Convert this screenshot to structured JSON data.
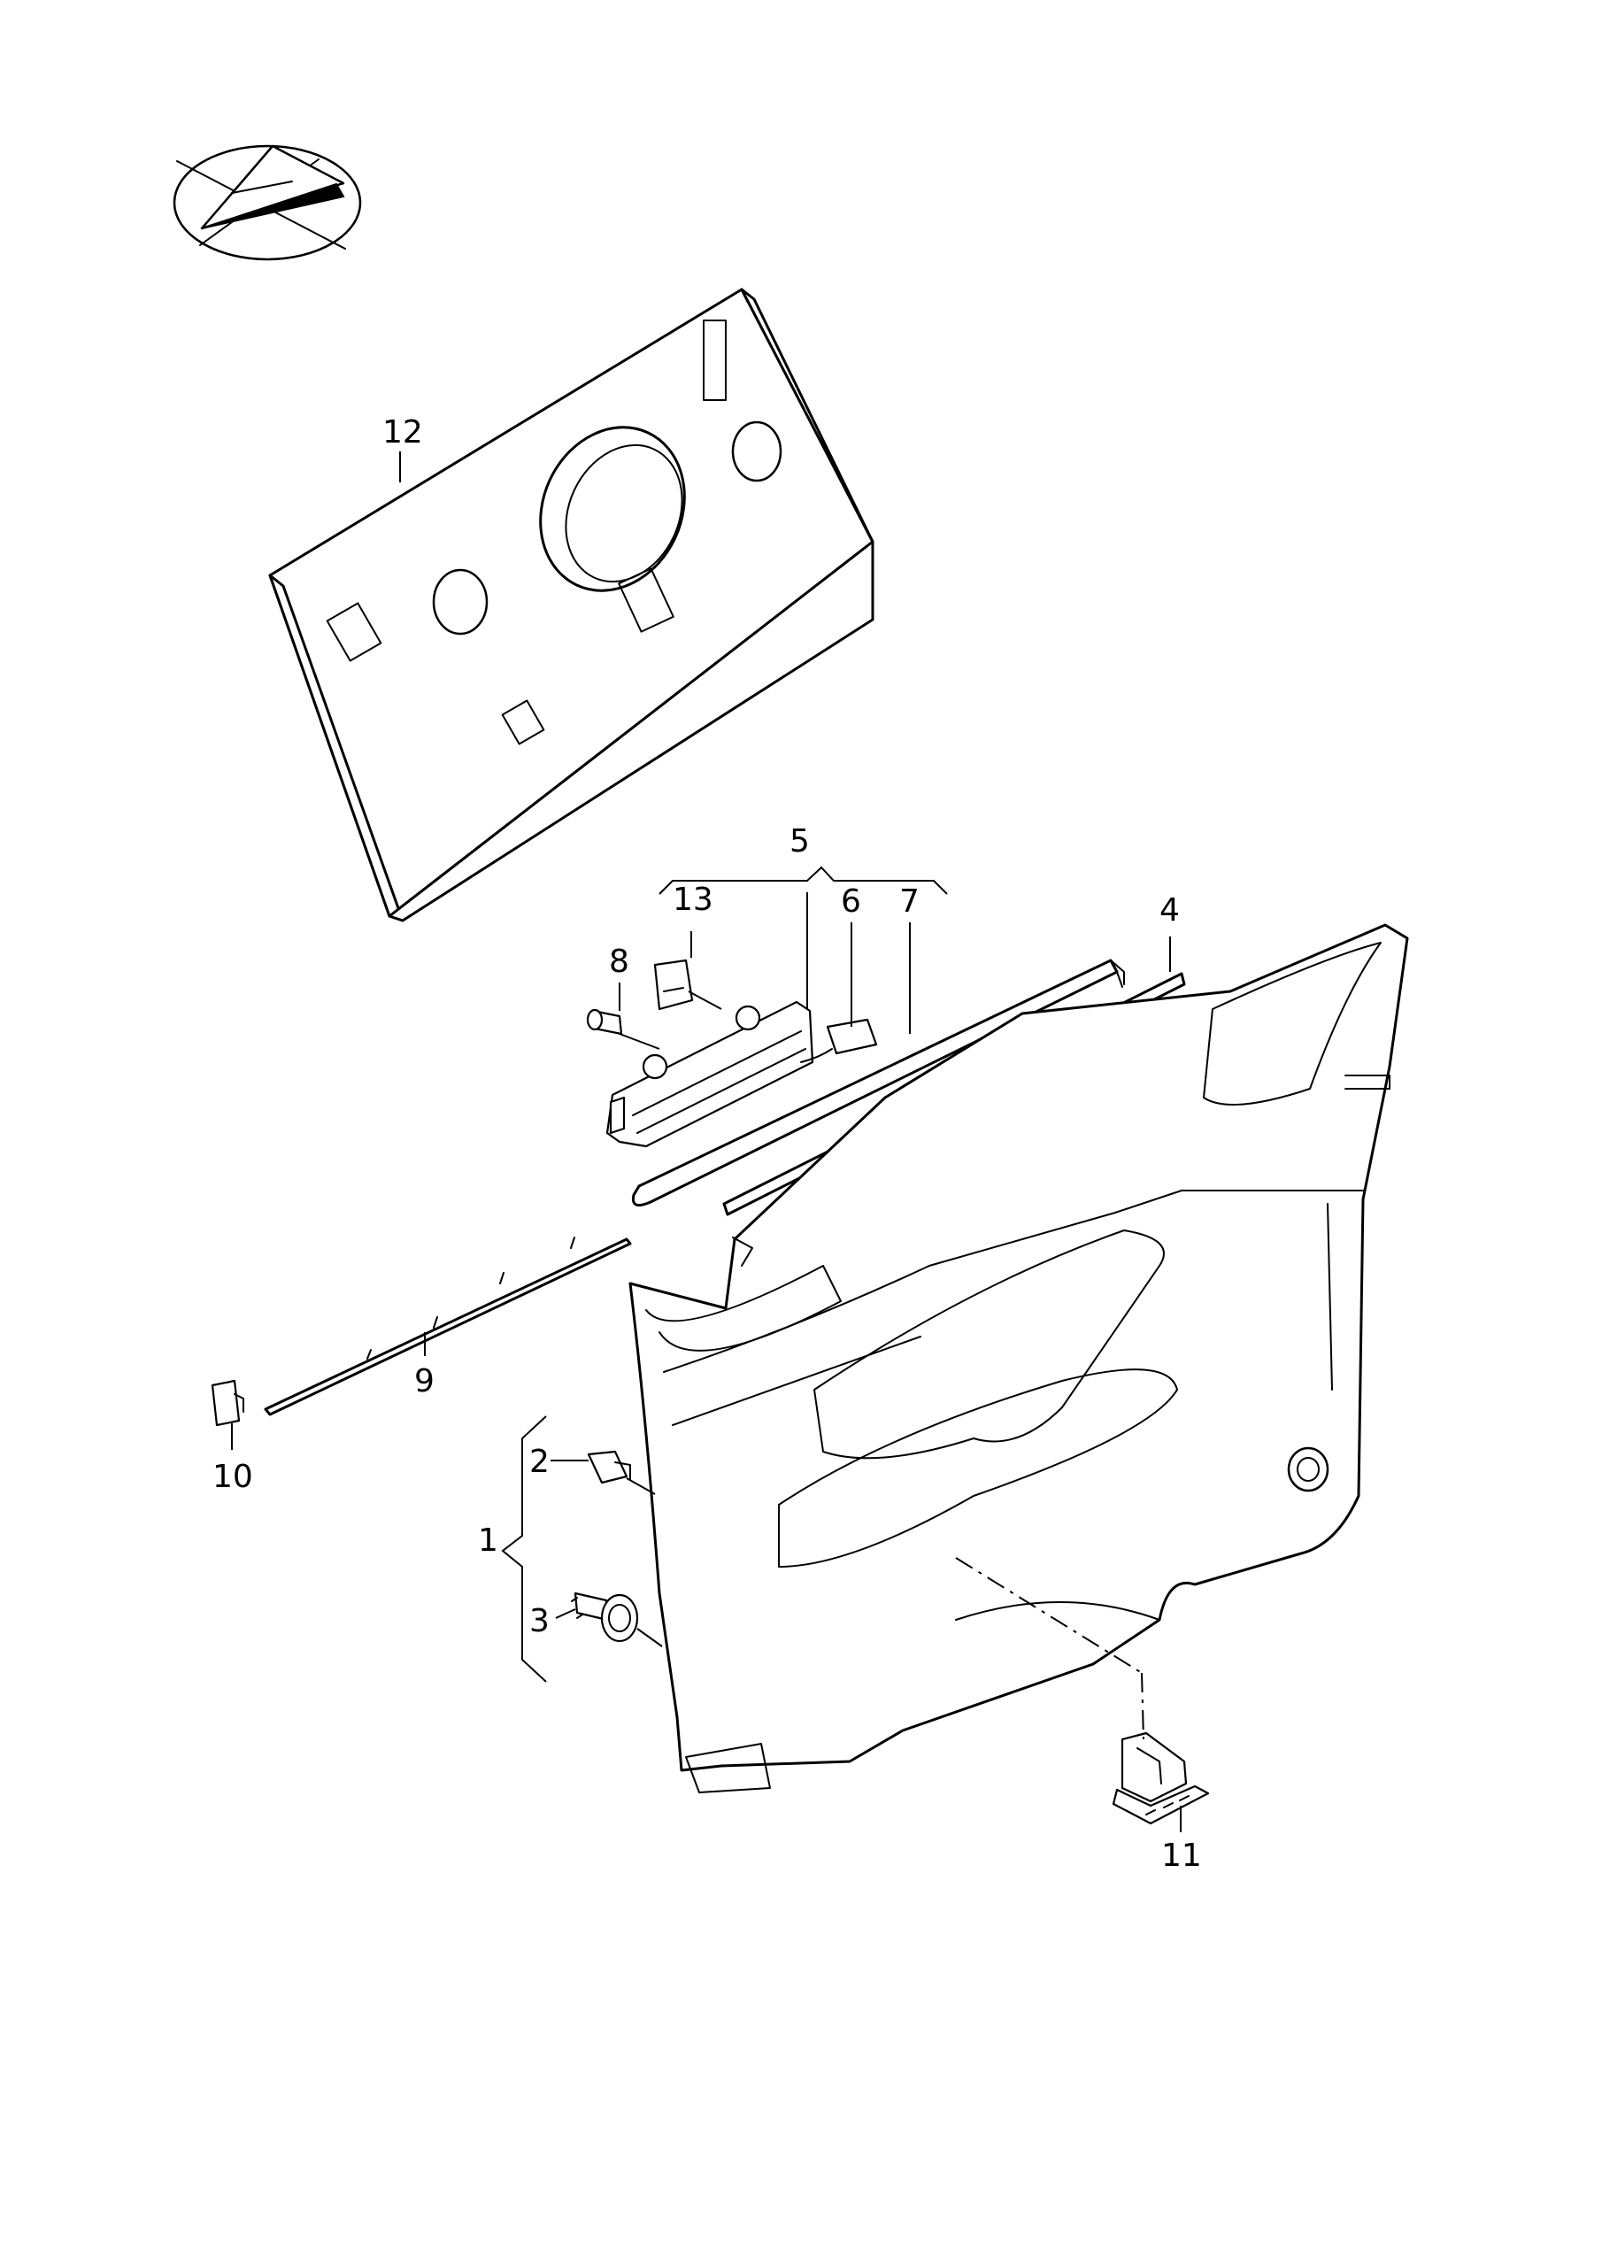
{
  "diagram": {
    "type": "exploded-parts-view",
    "subject": "door trim panel assembly",
    "orientation_icon": "orientation-indicator-icon",
    "colors": {
      "line": "#000000",
      "background": "#ffffff"
    },
    "callouts": [
      {
        "id": "12",
        "label": "12"
      },
      {
        "id": "5",
        "label": "5"
      },
      {
        "id": "13",
        "label": "13"
      },
      {
        "id": "6",
        "label": "6"
      },
      {
        "id": "7",
        "label": "7"
      },
      {
        "id": "4",
        "label": "4"
      },
      {
        "id": "8",
        "label": "8"
      },
      {
        "id": "9",
        "label": "9"
      },
      {
        "id": "10",
        "label": "10"
      },
      {
        "id": "2",
        "label": "2"
      },
      {
        "id": "1",
        "label": "1"
      },
      {
        "id": "3",
        "label": "3"
      },
      {
        "id": "11",
        "label": "11"
      }
    ]
  }
}
